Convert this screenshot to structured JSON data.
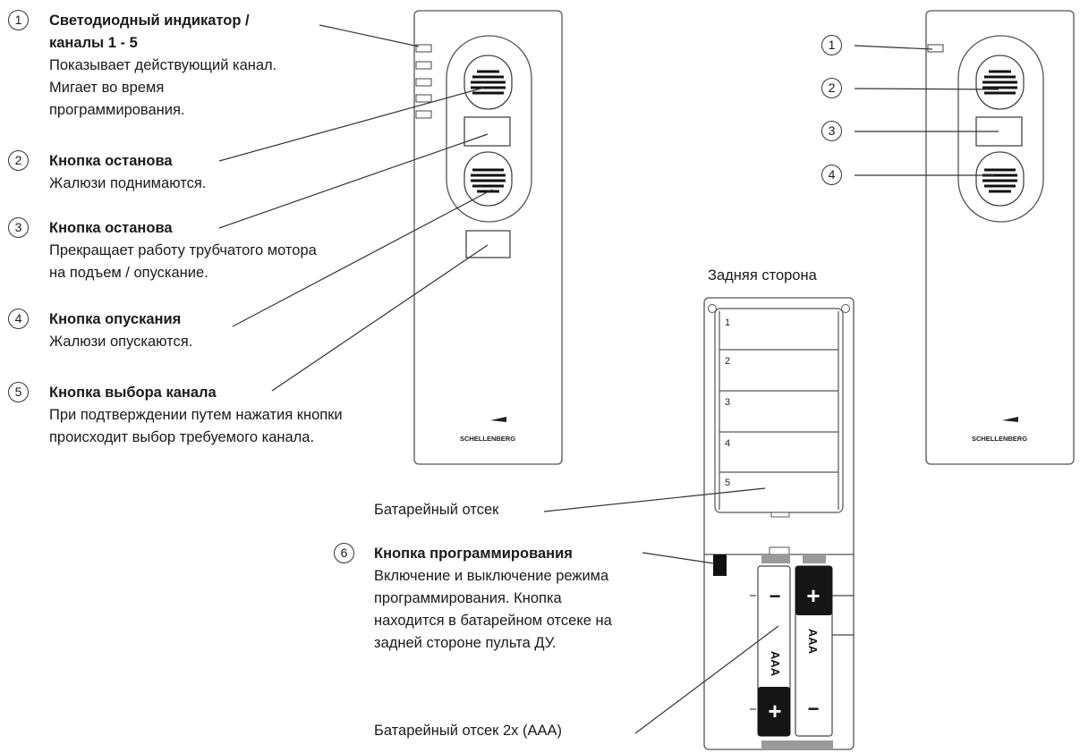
{
  "callouts": [
    {
      "num": "1",
      "title": "Светодиодный индикатор /",
      "title2": "каналы 1 - 5",
      "desc": "Показывает действующий канал. Мигает во время программирования."
    },
    {
      "num": "2",
      "title": "Кнопка останова",
      "desc": "Жалюзи поднимаются."
    },
    {
      "num": "3",
      "title": "Кнопка останова",
      "desc": "Прекращает работу трубчатого мотора на подъем / опускание."
    },
    {
      "num": "4",
      "title": "Кнопка опускания",
      "desc": "Жалюзи опускаются."
    },
    {
      "num": "5",
      "title": "Кнопка выбора канала",
      "desc": "При подтверждении путем нажатия кнопки происходит выбор требуемого канала."
    },
    {
      "num": "6",
      "title": "Кнопка программирования",
      "desc": "Включение и выключение режима программирования. Кнопка находится в батарейном отсеке на задней стороне пульта ДУ."
    }
  ],
  "right_callouts": [
    "1",
    "2",
    "3",
    "4"
  ],
  "back_label": "Задняя сторона",
  "battery_compartment_label": "Батарейный отсек",
  "battery_2x_label": "Батарейный отсек 2x (AAA)",
  "brand": "SCHELLENBERG",
  "channel_labels": [
    "1",
    "2",
    "3",
    "4",
    "5"
  ],
  "battery_type": "AAA",
  "plus": "+",
  "minus": "−"
}
